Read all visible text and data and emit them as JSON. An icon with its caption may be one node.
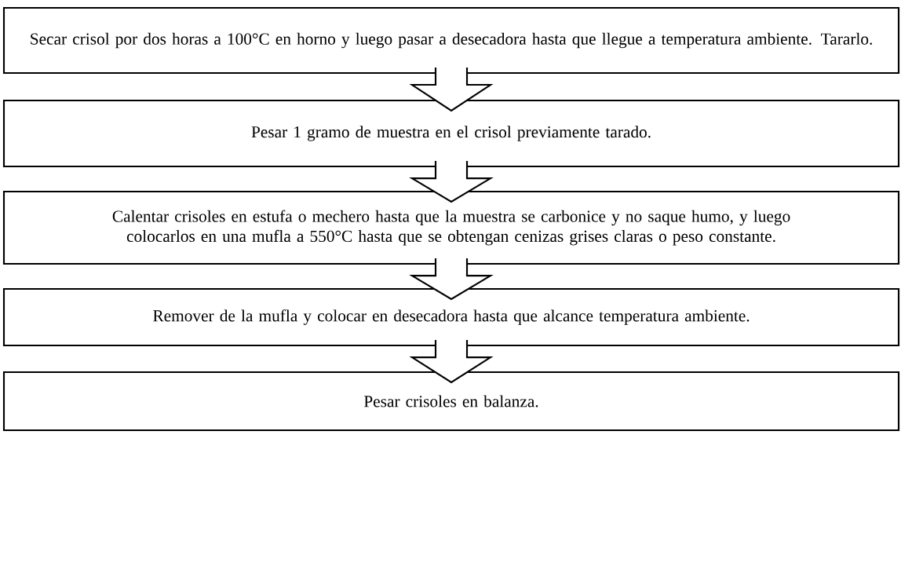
{
  "diagram": {
    "nodes": [
      {
        "text": [
          "Secar crisol por dos horas a 100°C en horno y luego pasar a desecadora hasta que llegue a temperatura ambiente. Tararlo."
        ]
      },
      {
        "text": [
          "Pesar 1 gramo de muestra en el crisol previamente tarado."
        ]
      },
      {
        "text": [
          "Calentar crisoles en estufa o mechero hasta que la muestra se carbonice y no saque humo, y luego colocarlos en una mufla a 550°C hasta que se obtengan cenizas grises claras o peso constante."
        ]
      },
      {
        "text": [
          "Remover de la mufla y colocar en desecadora hasta que alcance temperatura ambiente."
        ]
      },
      {
        "text": [
          "Pesar crisoles en balanza."
        ]
      }
    ],
    "edges": [
      {
        "from": 0,
        "to": 1,
        "arrow": "to"
      },
      {
        "from": 1,
        "to": 2,
        "arrow": "to"
      },
      {
        "from": 2,
        "to": 3,
        "arrow": "to"
      },
      {
        "from": 3,
        "to": 4,
        "arrow": "to"
      }
    ]
  }
}
